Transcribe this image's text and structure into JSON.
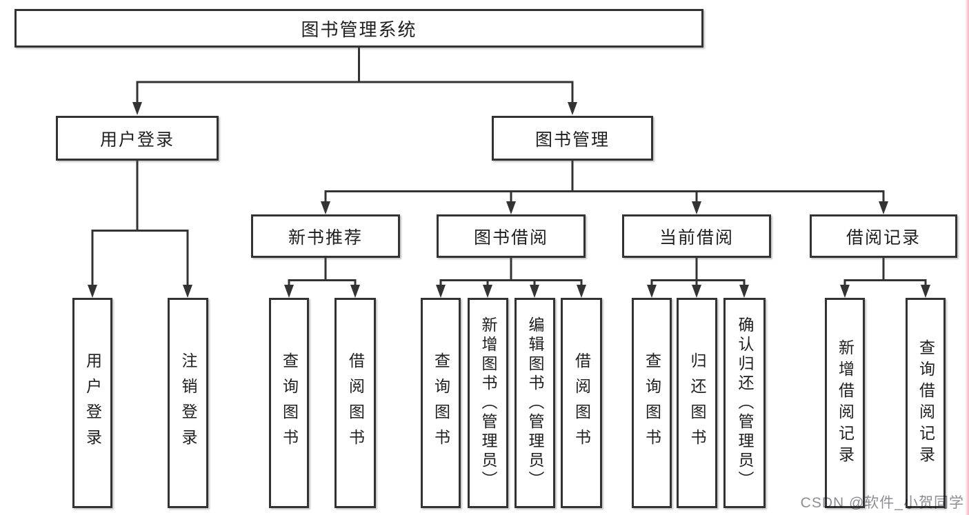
{
  "system": {
    "root_label": "图书管理系统"
  },
  "level2": {
    "user_login_group": "用户登录",
    "book_mgmt": "图书管理"
  },
  "level3": {
    "new_book_rec": "新书推荐",
    "book_borrow": "图书借阅",
    "current_borrow": "当前借阅",
    "borrow_records": "借阅记录"
  },
  "leaves": {
    "user_login": "用户登录",
    "logout": "注销登录",
    "nb_query_book": "查询图书",
    "nb_borrow_book": "借阅图书",
    "bw_query_book": "查询图书",
    "bw_add_book": "新增图书（管理员）",
    "bw_edit_book": "编辑图书（管理员）",
    "bw_borrow_book": "借阅图书",
    "cur_query_book": "查询图书",
    "cur_return_book": "归还图书",
    "cur_confirm_return": "确认归还（管理员）",
    "rec_add_record": "新增借阅记录",
    "rec_query_record": "查询借阅记录"
  },
  "watermark": {
    "text": "CSDN @软件_小贺同学"
  },
  "colors": {
    "line": "#333333",
    "box_border": "#333333",
    "box_background": "#ffffff",
    "text": "#1f1f1f",
    "watermark": "#8e8e92",
    "edge_strip": "#f0b4be"
  }
}
